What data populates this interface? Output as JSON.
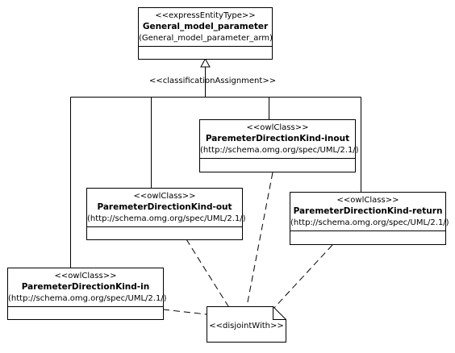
{
  "general_parameter": {
    "stereotype": "<<expressEntityType>>",
    "name": "General_model_parameter",
    "namespace": "(General_model_parameter_arm)"
  },
  "classification_label": "<<classificationAssignment>>",
  "classes": {
    "inout": {
      "stereotype": "<<owlClass>>",
      "name": "ParemeterDirectionKind-inout",
      "namespace": "(http://schema.omg.org/spec/UML/2.1/)"
    },
    "out": {
      "stereotype": "<<owlClass>>",
      "name": "ParemeterDirectionKind-out",
      "namespace": "(http://schema.omg.org/spec/UML/2.1/)"
    },
    "return": {
      "stereotype": "<<owlClass>>",
      "name": "ParemeterDirectionKind-return",
      "namespace": "(http://schema.omg.org/spec/UML/2.1/)"
    },
    "in": {
      "stereotype": "<<owlClass>>",
      "name": "ParemeterDirectionKind-in",
      "namespace": "(http://schema.omg.org/spec/UML/2.1/)"
    }
  },
  "disjoint_note": {
    "label": "<<disjointWith>>"
  }
}
